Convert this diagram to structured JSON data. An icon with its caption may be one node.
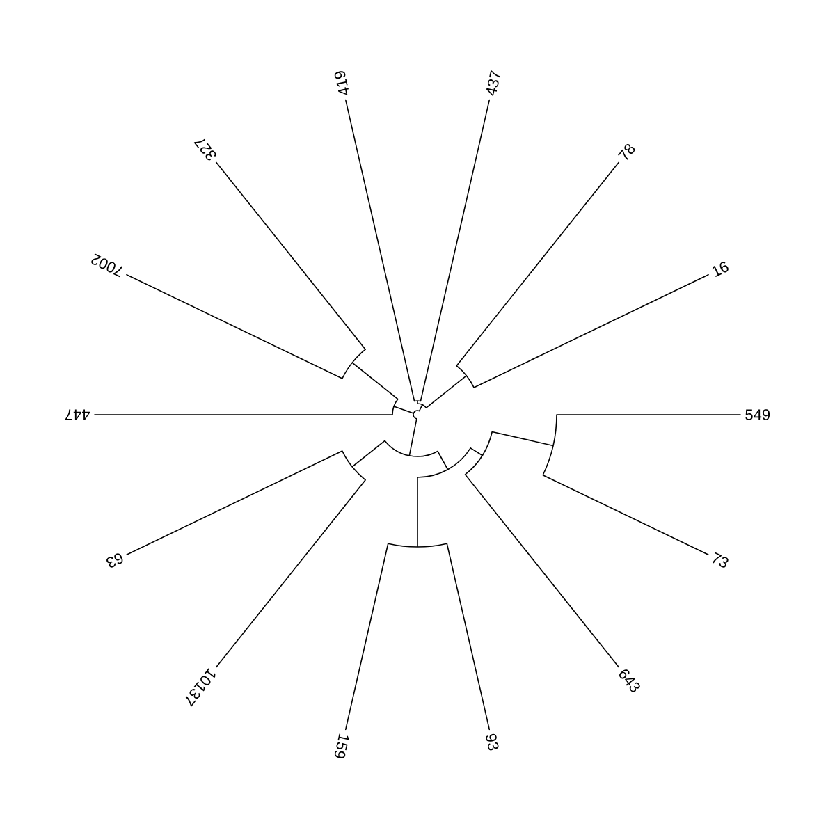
{
  "diagram": {
    "labels": [
      "419",
      "437",
      "327",
      "78",
      "7002",
      "16",
      "447",
      "549",
      "63",
      "73",
      "10137",
      "643",
      "159",
      "93"
    ]
  }
}
